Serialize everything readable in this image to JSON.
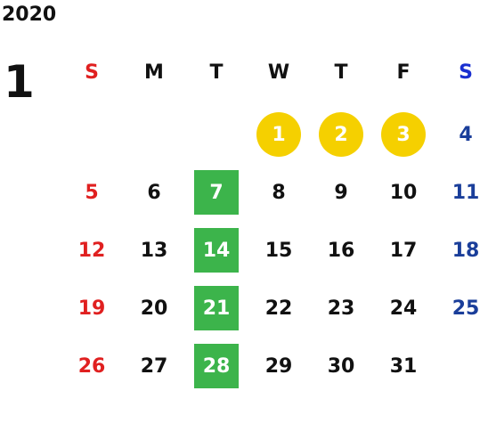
{
  "year": "2020",
  "month": "1",
  "weekdays": [
    "S",
    "M",
    "T",
    "W",
    "T",
    "F",
    "S"
  ],
  "weeks": [
    [
      "",
      "",
      "",
      "1",
      "2",
      "3",
      "4"
    ],
    [
      "5",
      "6",
      "7",
      "8",
      "9",
      "10",
      "11"
    ],
    [
      "12",
      "13",
      "14",
      "15",
      "16",
      "17",
      "18"
    ],
    [
      "19",
      "20",
      "21",
      "22",
      "23",
      "24",
      "25"
    ],
    [
      "26",
      "27",
      "28",
      "29",
      "30",
      "31",
      ""
    ]
  ],
  "holidays": [
    "1",
    "2",
    "3"
  ],
  "marked_days": [
    "7",
    "14",
    "21",
    "28"
  ],
  "colors": {
    "sunday": "#e02020",
    "saturday": "#1a3e9a",
    "holiday_circle": "#f5d000",
    "marked_square": "#3cb44b"
  }
}
